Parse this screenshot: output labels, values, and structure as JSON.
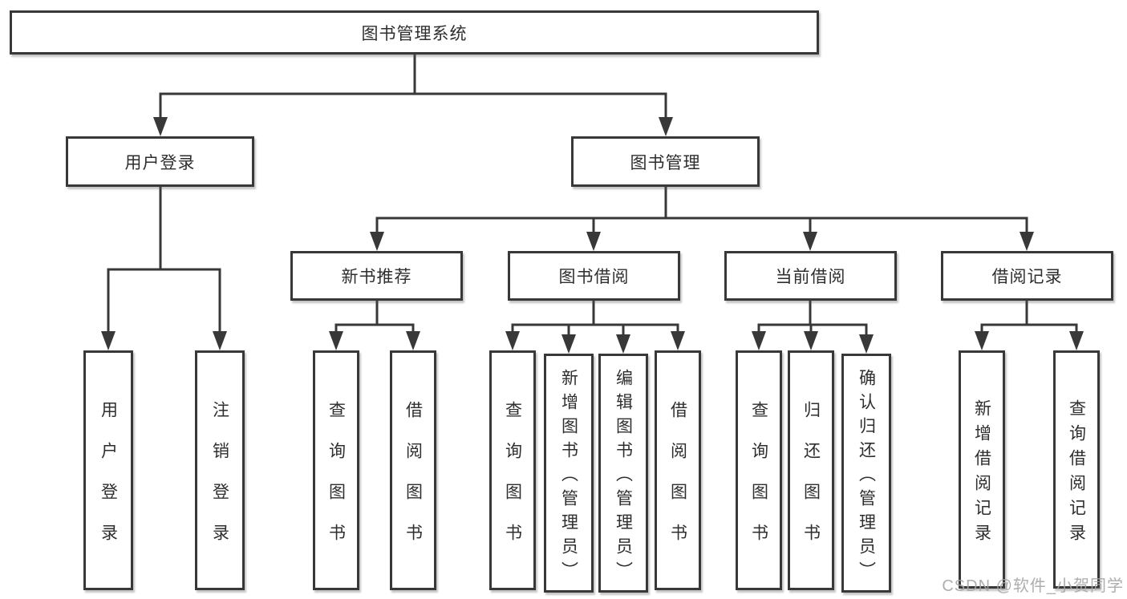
{
  "diagram": {
    "root": {
      "label": "图书管理系统"
    },
    "branches": [
      {
        "label": "用户登录",
        "children": [
          {
            "label": "用户登录"
          },
          {
            "label": "注销登录"
          }
        ]
      },
      {
        "label": "图书管理",
        "children": [
          {
            "label": "新书推荐",
            "children": [
              {
                "label": "查询图书"
              },
              {
                "label": "借阅图书"
              }
            ]
          },
          {
            "label": "图书借阅",
            "children": [
              {
                "label": "查询图书"
              },
              {
                "label": "新增图书（管理员）"
              },
              {
                "label": "编辑图书（管理员）"
              },
              {
                "label": "借阅图书"
              }
            ]
          },
          {
            "label": "当前借阅",
            "children": [
              {
                "label": "查询图书"
              },
              {
                "label": "归还图书"
              },
              {
                "label": "确认归还（管理员）"
              }
            ]
          },
          {
            "label": "借阅记录",
            "children": [
              {
                "label": "新增借阅记录"
              },
              {
                "label": "查询借阅记录"
              }
            ]
          }
        ]
      }
    ],
    "watermark": "CSDN @软件_小贺同学",
    "colors": {
      "line": "#383838",
      "box_border": "#383838",
      "text": "#2e2e2e",
      "watermark": "#a5a5a5",
      "background": "#ffffff"
    }
  }
}
